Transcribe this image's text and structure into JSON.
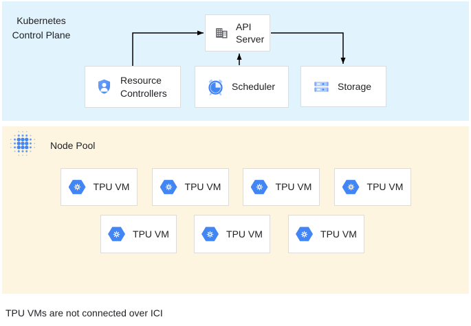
{
  "regions": {
    "control_plane": {
      "label": "Kubernetes Control Plane",
      "bg": "#e1f3fc"
    },
    "node_pool": {
      "label": "Node Pool",
      "bg": "#fdf5e0"
    }
  },
  "nodes": {
    "api_server": {
      "label": "API Server",
      "icon": "building-icon"
    },
    "resource_controllers": {
      "label": "Resource Controllers",
      "icon": "shield-user-icon"
    },
    "scheduler": {
      "label": "Scheduler",
      "icon": "alarm-clock-icon"
    },
    "storage": {
      "label": "Storage",
      "icon": "server-rack-icon"
    },
    "tpu_vm": {
      "label": "TPU VM",
      "icon": "hexagon-gear-icon",
      "count": 7,
      "row1_count": 4,
      "row2_count": 3
    }
  },
  "edges": [
    {
      "from": "resource_controllers",
      "to": "api_server"
    },
    {
      "from": "scheduler",
      "to": "api_server"
    },
    {
      "from": "api_server",
      "to": "storage"
    }
  ],
  "caption": "TPU VMs are not connected over ICI",
  "colors": {
    "accent_blue": "#4285f4",
    "light_blue": "#aecbfa",
    "icon_gray": "#5f6368",
    "control_plane_bg": "#e1f3fc",
    "node_pool_bg": "#fdf5e0",
    "card_border": "#dcdcdc",
    "text": "#202124",
    "arrow": "#000000"
  }
}
